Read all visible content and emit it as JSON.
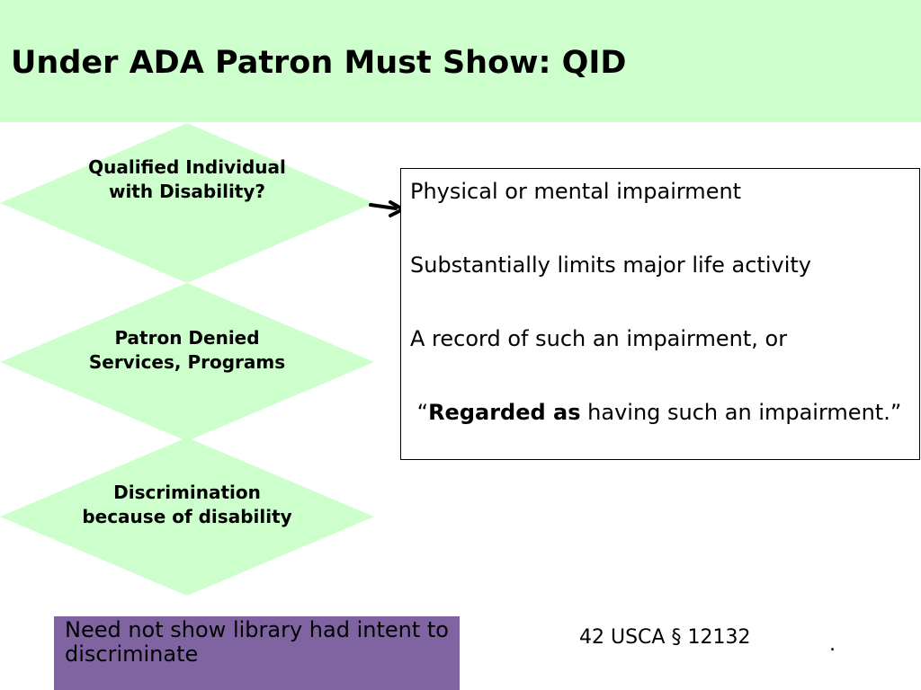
{
  "header": {
    "title": "Under ADA Patron Must Show: QID"
  },
  "flow": {
    "steps": [
      {
        "label": "Qualified Individual with Disability?"
      },
      {
        "label": "Patron Denied Services, Programs"
      },
      {
        "label": "Discrimination because of disability"
      }
    ]
  },
  "criteria": {
    "items": [
      "Physical or mental impairment",
      "Substantially limits major life activity",
      "A record of such an impairment, or"
    ],
    "last": {
      "open_quote": "“",
      "bold": "Regarded as",
      "rest": " having such an impairment.”"
    }
  },
  "note": {
    "text": "Need not show library had intent to discriminate"
  },
  "citation": {
    "text": "42 USCA § 12132",
    "trailing_mark": "."
  },
  "colors": {
    "header_bg": "#ccffcc",
    "diamond_fill": "#ccffcc",
    "note_bg": "#8064a2"
  }
}
